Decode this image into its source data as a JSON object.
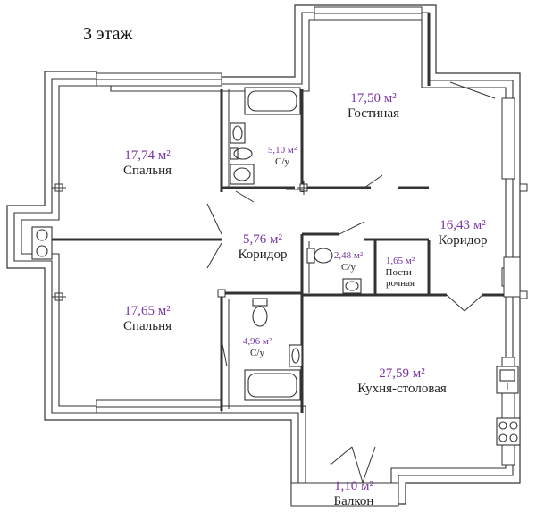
{
  "plan": {
    "floor_title": "3 этаж"
  },
  "rooms": {
    "bedroom_top": {
      "area": "17,74 м²",
      "name": "Спальня"
    },
    "bedroom_bottom": {
      "area": "17,65 м²",
      "name": "Спальня"
    },
    "bath_top": {
      "area": "5,10 м²",
      "name": "С/у"
    },
    "bath_bottom": {
      "area": "4,96 м²",
      "name": "С/у"
    },
    "corridor_mid": {
      "area": "5,76 м²",
      "name": "Коридор"
    },
    "living": {
      "area": "17,50 м²",
      "name": "Гостиная"
    },
    "corridor_right": {
      "area": "16,43 м²",
      "name": "Коридор"
    },
    "wc_small": {
      "area": "2,48 м²",
      "name": "С/у"
    },
    "laundry": {
      "area": "1,65 м²",
      "name_line1": "Пости-",
      "name_line2": "рочная"
    },
    "kitchen": {
      "area": "27,59 м²",
      "name": "Кухня-столовая"
    },
    "balcony": {
      "area": "1,10 м²",
      "name": "Балкон"
    }
  }
}
